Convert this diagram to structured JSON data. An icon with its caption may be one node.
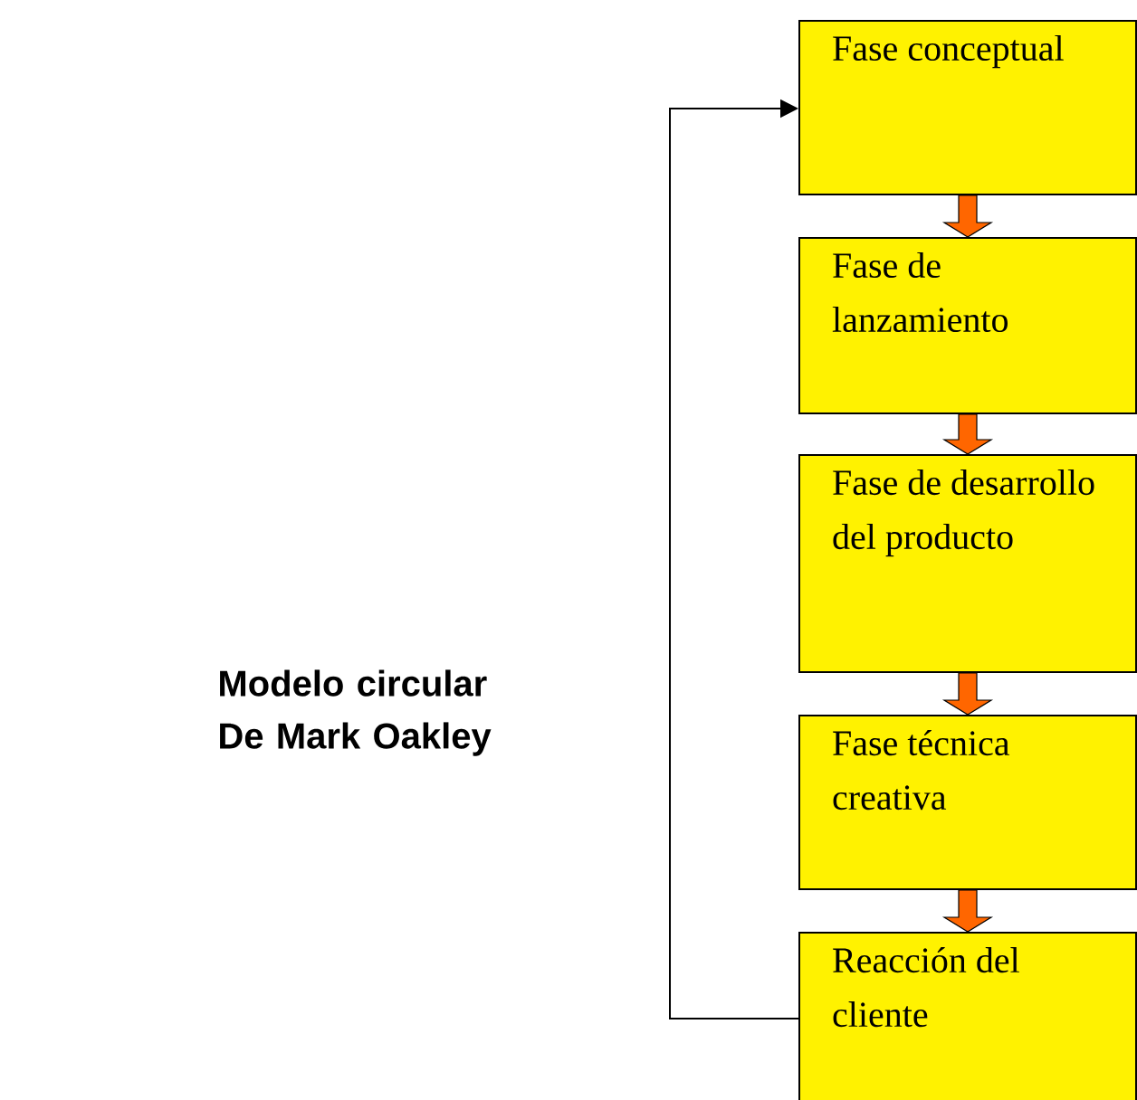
{
  "diagram": {
    "nodes": [
      {
        "text": [
          "Fase conceptual"
        ]
      },
      {
        "text": [
          "Fase de lanzamiento"
        ]
      },
      {
        "text": [
          "Fase de desarrollo del producto"
        ]
      },
      {
        "text": [
          "Fase técnica creativa"
        ]
      },
      {
        "text": [
          "Reacción del cliente"
        ]
      }
    ],
    "edges": [
      {
        "from": 0,
        "to": 1,
        "arrow": "to"
      },
      {
        "from": 1,
        "to": 2,
        "arrow": "to"
      },
      {
        "from": 2,
        "to": 3,
        "arrow": "to"
      },
      {
        "from": 3,
        "to": 4,
        "arrow": "to"
      },
      {
        "from": 4,
        "to": 0,
        "arrow": "to",
        "color": "#000000"
      }
    ],
    "labels": [
      "Modelo circular De Mark Oakley"
    ]
  }
}
